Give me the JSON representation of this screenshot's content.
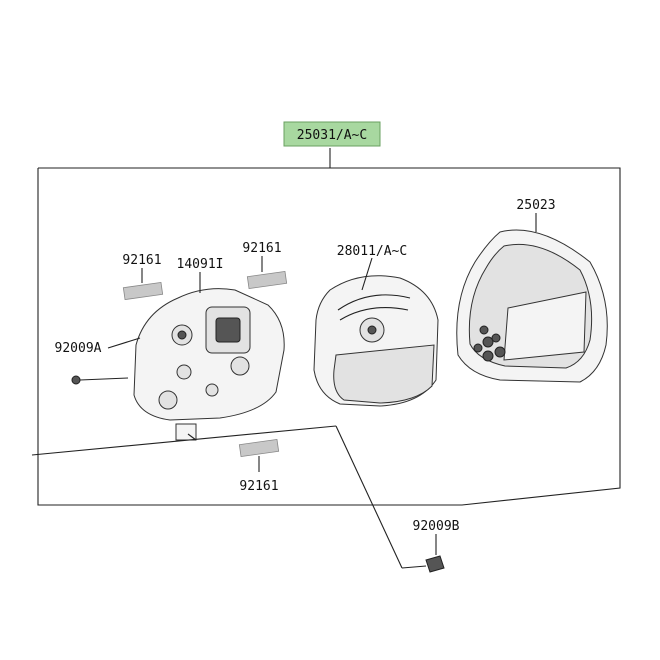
{
  "labels": {
    "assembly": "25031/A~C",
    "cover": "25023",
    "meter_unit": "28011/A~C",
    "case": "14091I",
    "screw_a": "92009A",
    "screw_b": "92009B",
    "pad_top_left": "92161",
    "pad_top_right": "92161",
    "pad_bottom": "92161"
  },
  "colors": {
    "assembly_highlight": "#a8d8a0",
    "assembly_highlight_border": "#6aa060",
    "pad": "#c8c8c8"
  }
}
